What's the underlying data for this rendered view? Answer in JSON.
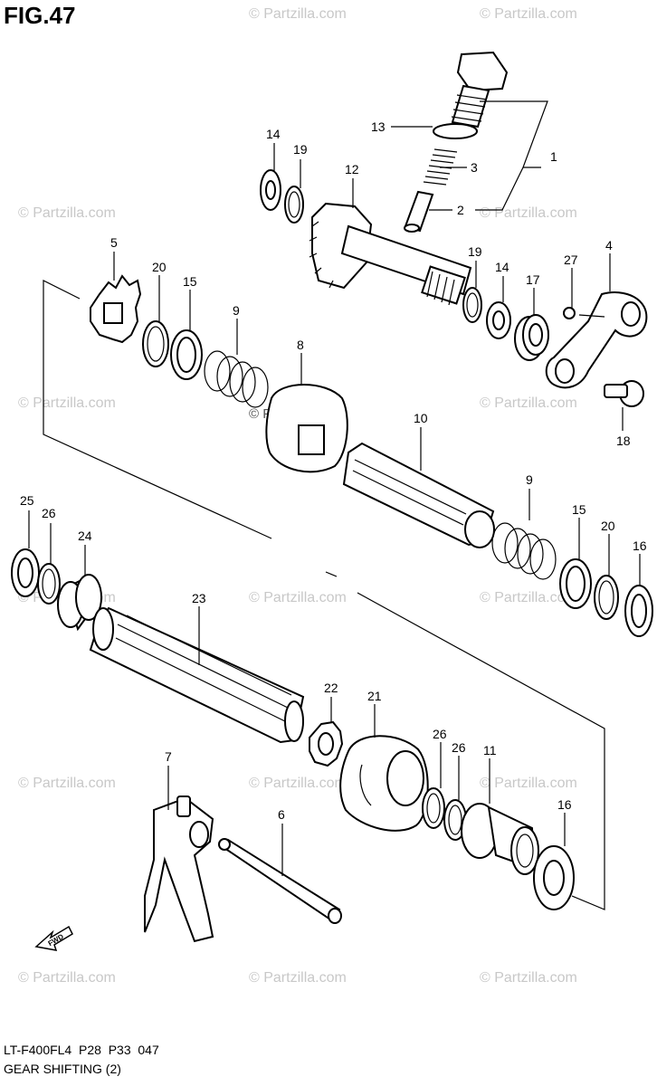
{
  "figure_title": "FIG.47",
  "footer": {
    "model_line": "LT-F400FL4  P28  P33  047",
    "section_title": "GEAR SHIFTING (2)"
  },
  "watermark": "© Partzilla.com",
  "center_watermark": "© Partzilla.com",
  "direction_marker": "FWD",
  "callouts": [
    "1",
    "2",
    "3",
    "13",
    "14",
    "19",
    "12",
    "5",
    "20",
    "15",
    "9",
    "8",
    "19",
    "14",
    "17",
    "27",
    "4",
    "18",
    "10",
    "25",
    "26",
    "24",
    "9",
    "15",
    "20",
    "16",
    "23",
    "22",
    "21",
    "26",
    "26",
    "11",
    "7",
    "6",
    "16"
  ],
  "colors": {
    "line": "#000000",
    "background": "#ffffff",
    "watermark": "#c8c8c8"
  }
}
